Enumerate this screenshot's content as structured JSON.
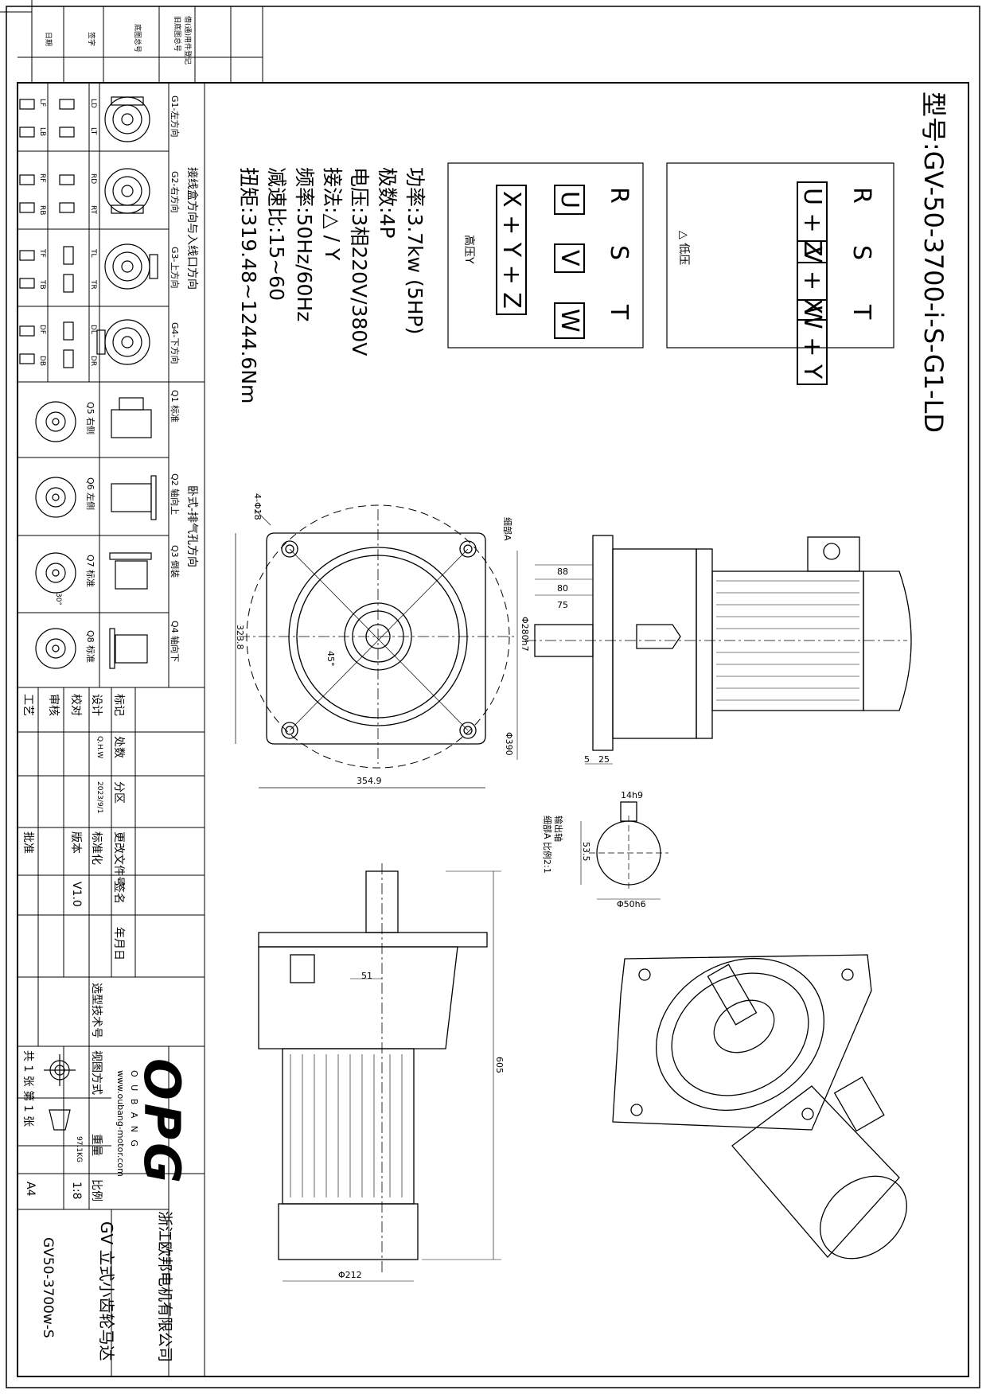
{
  "title": {
    "model": "型号:GV-50-3700-i-S-G1-LD"
  },
  "specs": {
    "power": "功率:3.7kw (5HP)",
    "poles": "极数:4P",
    "voltage": "电压:3相220V/380V",
    "connection": "接法:△ / Y",
    "frequency": "频率:50Hz/60Hz",
    "ratio": "减速比:15~60",
    "torque": "扭矩:319.48~1244.6Nm"
  },
  "wiring_low": {
    "label": "△ 低压",
    "terminals": [
      "R",
      "S",
      "T"
    ],
    "pairs": [
      "U + Z",
      "V + X",
      "W + Y"
    ]
  },
  "wiring_high": {
    "label": "高压Y",
    "terminals": [
      "R",
      "S",
      "T"
    ],
    "cells": [
      "U",
      "V",
      "W"
    ],
    "star": "X + Y + Z"
  },
  "options_table": {
    "heading_box": "接线盒方向与入线口方向",
    "heading_mount": "卧式-排气孔方向",
    "box_dirs": [
      "G1-左方向",
      "G2-右方向",
      "G3-上方向",
      "G4-下方向"
    ],
    "box_codes": [
      [
        "LD",
        "LT",
        "LF",
        "LB"
      ],
      [
        "RD",
        "RT",
        "RF",
        "RB"
      ],
      [
        "TL",
        "TR",
        "TF",
        "TB"
      ],
      [
        "DL",
        "DR",
        "DF",
        "DB"
      ]
    ],
    "mount": [
      "Q1 标准",
      "Q2 轴向上",
      "Q3 倒装",
      "Q4 轴向下"
    ],
    "mount_b": [
      "Q5 右侧",
      "Q6 左侧",
      "Q7 标准",
      "Q8 标准"
    ],
    "angle_note": "30°"
  },
  "top_corner": {
    "cols": [
      "借(通)用件登记",
      "旧底图总号",
      "底图总号",
      "签字",
      "日期"
    ]
  },
  "title_block": {
    "mark": "标记",
    "count": "处数",
    "zone": "分区",
    "change_doc": "更改文件号",
    "sign": "签名",
    "date": "年月日",
    "design": "设计",
    "proof": "校对",
    "review": "审核",
    "process": "工艺",
    "standard": "标准化",
    "approve": "批准",
    "version_label": "版本",
    "version": "V1.0",
    "designer": "Q.H.W",
    "design_date": "2023/9/1",
    "selector": "选型技术号",
    "view_method": "视图方式",
    "weight_label": "重量",
    "weight": "97.1KG",
    "scale_label": "比例",
    "scale": "1:8",
    "sheets": "共 1 张 第 1 张",
    "paper": "A4",
    "company": "浙江欧邦电机有限公司",
    "product_name": "GV 立式小齿轮马达",
    "drawing_no": "GV50-3700w-S",
    "brand": "OPG",
    "brand_sub": "O U B A N G",
    "website": "www.oubang-motor.com"
  },
  "dims": {
    "holes": "4-Φ18",
    "pcd": "Φ390",
    "width1": "354.9",
    "width2": "323.8",
    "angle": "45°",
    "detail_a": "细部A",
    "s88": "88",
    "s80": "80",
    "s75": "75",
    "d_spigot": "Φ280h7",
    "t5": "5",
    "t25": "25",
    "key": "14h9",
    "h": "53.5",
    "shaft_d": "Φ50h6",
    "detail_note": "输出轴\n细部A 比例2:1",
    "d51": "51",
    "len605": "605",
    "d212": "Φ212"
  }
}
